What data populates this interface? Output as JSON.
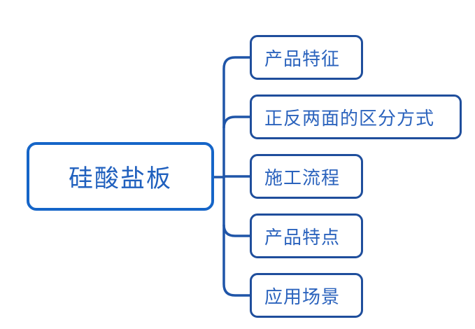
{
  "diagram": {
    "type": "mind-map",
    "orientation": "left-to-right",
    "colors": {
      "root_border": "#1565C8",
      "root_text": "#2060BE",
      "child_border": "#1F4E9C",
      "child_text": "#2B63BD",
      "connector": "#1F55A8",
      "background": "#FFFFFF"
    },
    "root": {
      "label": "硅酸盐板"
    },
    "children": [
      {
        "label": "产品特征"
      },
      {
        "label": "正反两面的区分方式"
      },
      {
        "label": "施工流程"
      },
      {
        "label": "产品特点"
      },
      {
        "label": "应用场景"
      }
    ]
  }
}
